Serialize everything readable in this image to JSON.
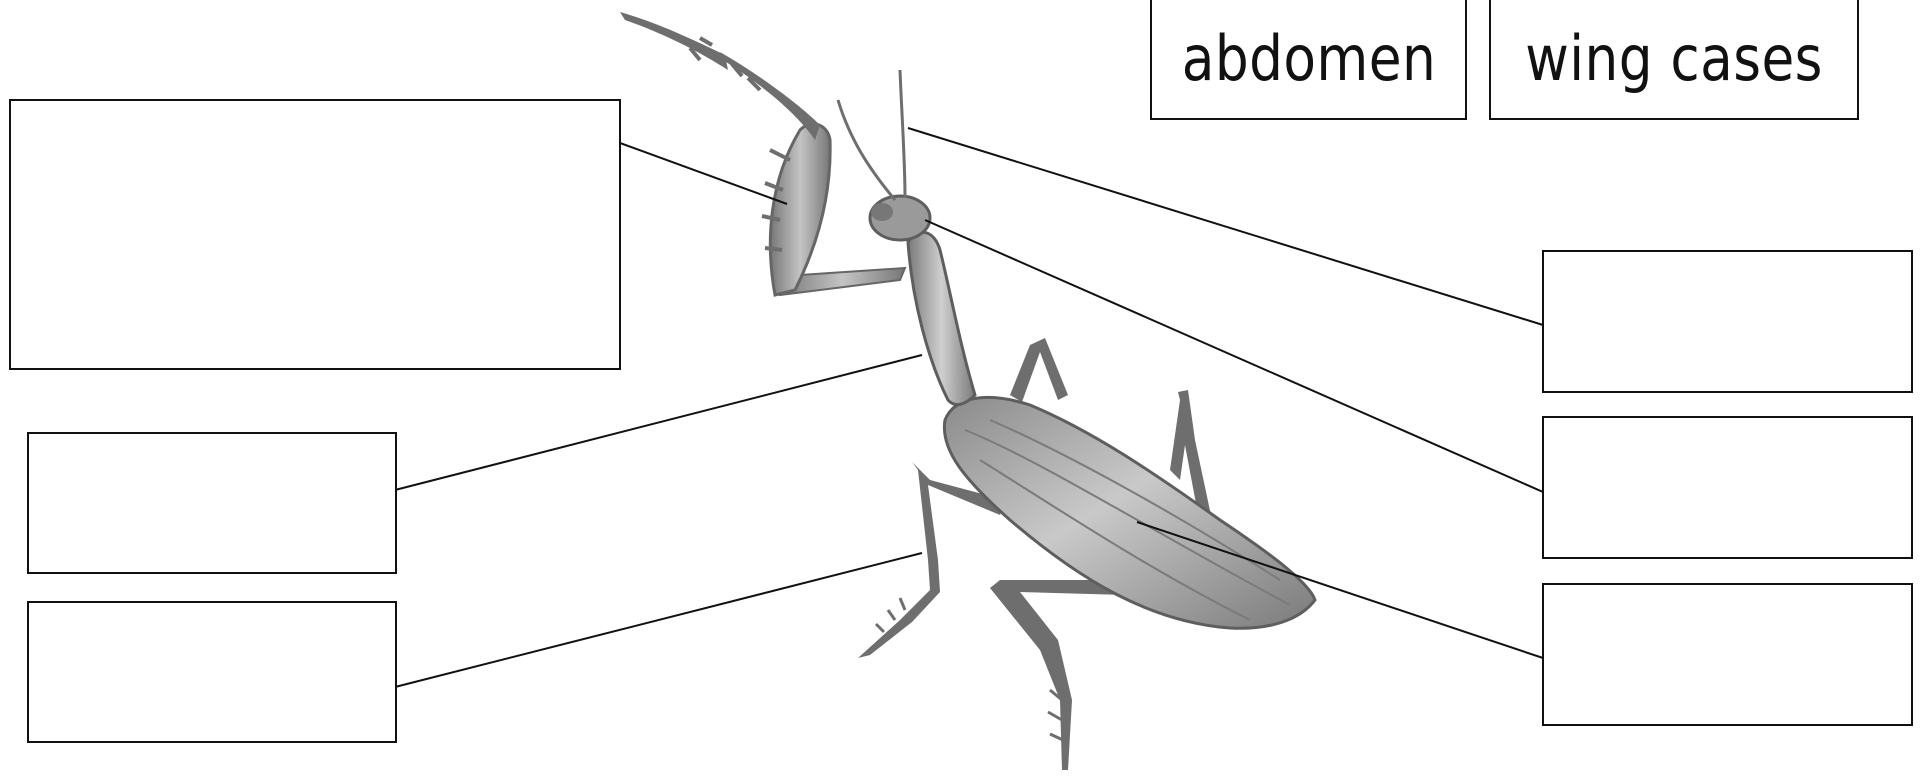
{
  "word_bank": [
    "abdomen",
    "wing cases"
  ],
  "blank_labels": [
    {
      "id": "top-left",
      "text": ""
    },
    {
      "id": "middle-left",
      "text": ""
    },
    {
      "id": "bottom-left",
      "text": ""
    },
    {
      "id": "top-right",
      "text": ""
    },
    {
      "id": "middle-right",
      "text": ""
    },
    {
      "id": "bottom-right",
      "text": ""
    }
  ],
  "colors": {
    "line": "#111111",
    "insect_dark": "#6b6b6b",
    "insect_mid": "#8e8e8e",
    "insect_light": "#bdbdbd"
  }
}
